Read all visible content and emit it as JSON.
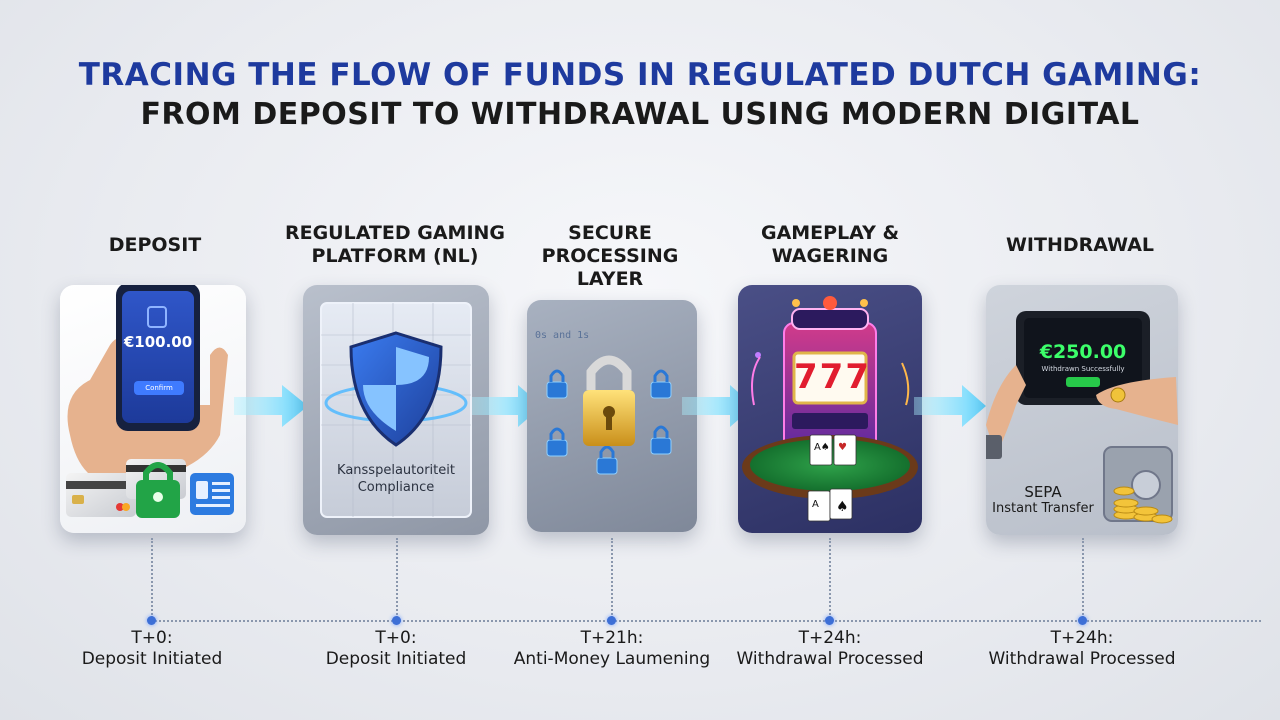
{
  "title": {
    "line1": "TRACING THE FLOW OF FUNDS IN REGULATED DUTCH GAMING:",
    "line2": "FROM DEPOSIT TO WITHDRAWAL USING MODERN DIGITAL"
  },
  "stages": [
    {
      "label": "DEPOSIT",
      "phone_amount": "€100.00",
      "phone_button": "Confirm"
    },
    {
      "label": "REGULATED GAMING\nPLATFORM (NL)",
      "caption_line1": "Kansspelautoriteit",
      "caption_line2": "Compliance"
    },
    {
      "label": "SECURE\nPROCESSING\nLAYER",
      "binary_text": "0s and 1s"
    },
    {
      "label": "GAMEPLAY &\nWAGERING",
      "slot_digits": "777"
    },
    {
      "label": "WITHDRAWAL",
      "tablet_amount": "€250.00",
      "tablet_status": "Withdrawn Successfully",
      "transfer_line1": "SEPA",
      "transfer_line2": "Instant Transfer"
    }
  ],
  "timeline": [
    {
      "time": "T+0:",
      "event": "Deposit Initiated"
    },
    {
      "time": "T+0:",
      "event": "Deposit Initiated"
    },
    {
      "time": "T+21h:",
      "event": "Anti-Money Laumening"
    },
    {
      "time": "T+24h:",
      "event": "Withdrawal Processed"
    },
    {
      "time": "T+24h:",
      "event": "Withdrawal Processed"
    }
  ],
  "colors": {
    "title_blue": "#1e3a9e",
    "arrow_cyan": "#7fe0ff",
    "timeline_dot": "#3d6fd6",
    "money_green": "#3cff6a"
  }
}
